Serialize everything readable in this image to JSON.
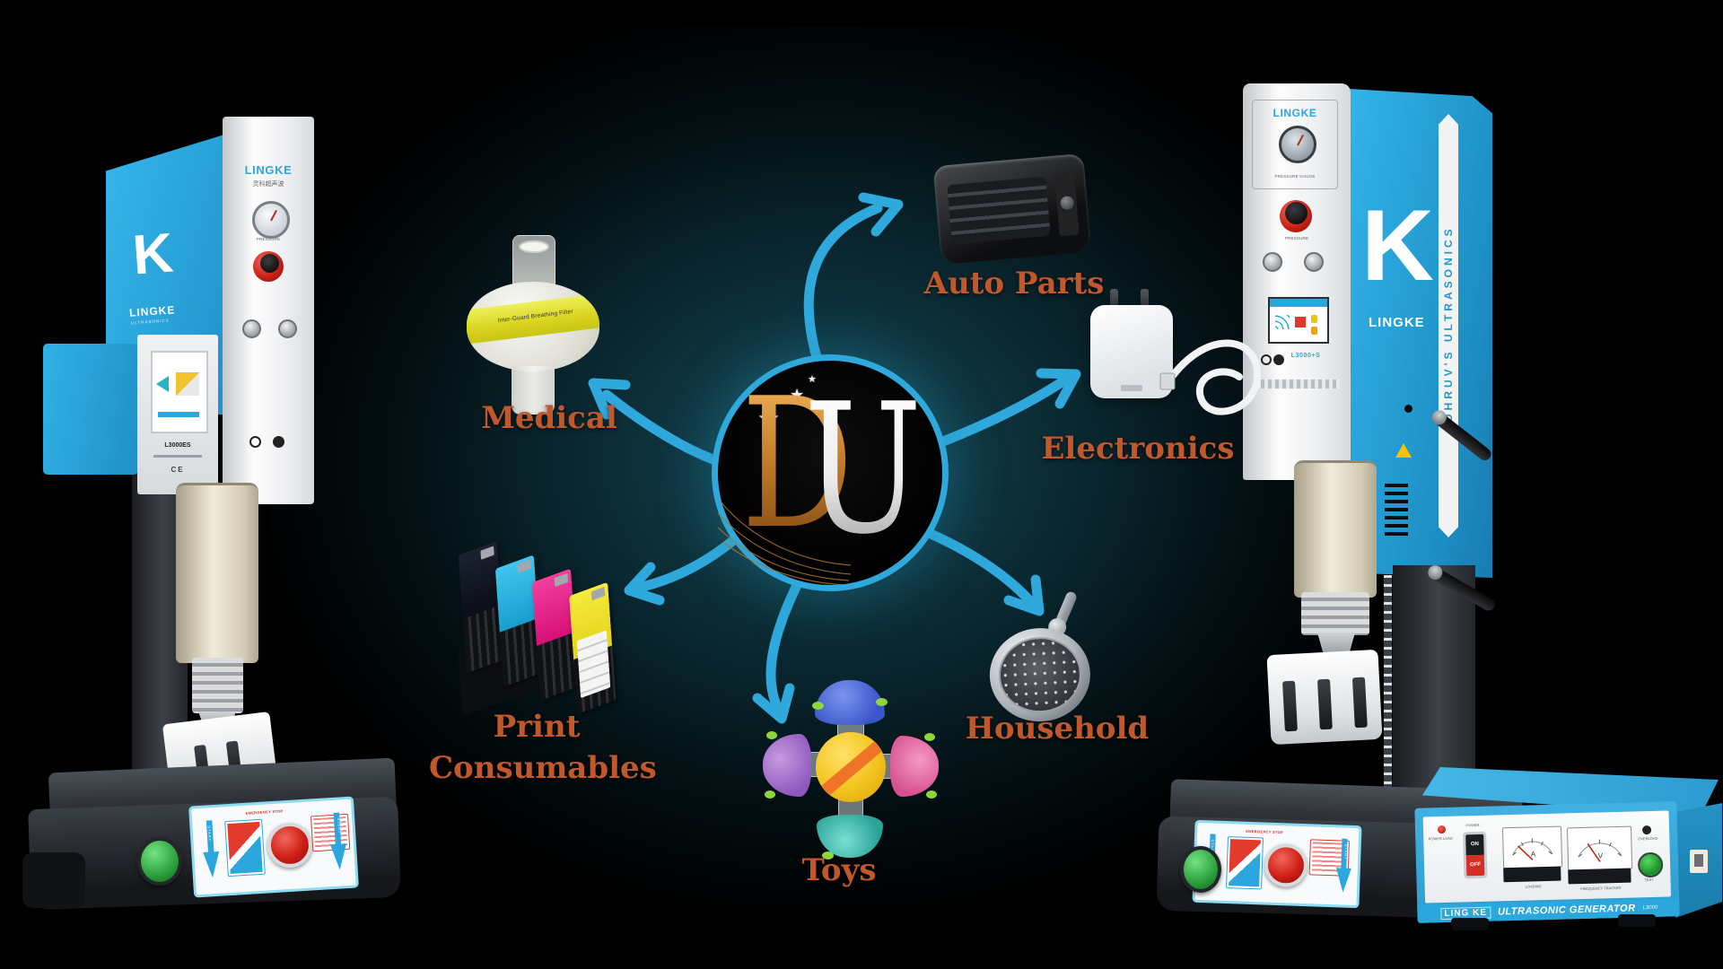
{
  "colors": {
    "machine_blue": "#2ba7dd",
    "arrow_blue": "#2fa9dc",
    "label_orange": "#c0582c",
    "logo_gold": "#c87f2a"
  },
  "hub": {
    "letter_d": "D",
    "letter_u": "U",
    "stars": [
      "★",
      "★",
      "★"
    ]
  },
  "spokes": {
    "medical": {
      "label": "Medical"
    },
    "auto_parts": {
      "label": "Auto Parts"
    },
    "electronics": {
      "label": "Electronics"
    },
    "household": {
      "label": "Household"
    },
    "toys": {
      "label": "Toys"
    },
    "print_consumables": {
      "label_line1": "Print",
      "label_line2": "Consumables"
    }
  },
  "medical_filter": {
    "band_text": "Inter-Guard Breathing Filter"
  },
  "left_machine": {
    "front_brand": "LINGKE",
    "front_brand_cn": "灵科超声波",
    "gauge_label": "PRESSURE",
    "side_k": "K",
    "side_brand": "LINGKE",
    "side_sub": "ULTRASONICS",
    "model": "L3000ES",
    "ce_text": "CE",
    "start_label": "START",
    "estop_label": "EMERGENCY STOP"
  },
  "right_machine": {
    "front_brand": "LINGKE",
    "gauge_label": "PRESSURE GAUGE",
    "knob_label": "PRESSURE",
    "side_k": "K",
    "side_brand": "LINGKE",
    "stripe_text": "DHRUV'S ULTRASONICS",
    "model": "L3000+S",
    "start_label": "START",
    "estop_label": "EMERGENCY STOP"
  },
  "generator": {
    "brand": "LING KE",
    "title": "ULTRASONIC GENERATOR",
    "model": "L3000",
    "led_label": "POWER LOAD",
    "power_label": "POWER",
    "on_label": "ON",
    "off_label": "OFF",
    "meter_a_unit": "A",
    "meter_b_unit": "V",
    "meter_a_label": "LOADING",
    "meter_b_label": "FREQUENCY TRACKER",
    "overload_label": "OVERLOAD",
    "test_label": "TEST"
  }
}
